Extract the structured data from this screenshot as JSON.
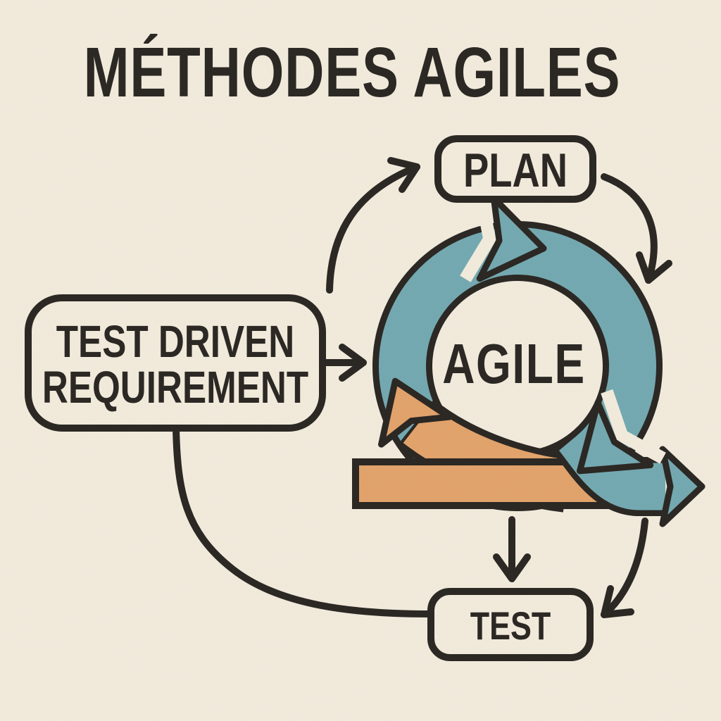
{
  "title": "MÉTHODES AGILES",
  "loop": {
    "center_label": "AGILE",
    "description": "circular sprint cycle with exit arrow and orange feedback arrow"
  },
  "nodes": {
    "plan": {
      "label": "PLAN"
    },
    "requirement": {
      "line1": "TEST DRIVEN",
      "line2": "REQUIREMENT"
    },
    "test": {
      "label": "TEST"
    }
  },
  "edges": [
    {
      "from": "requirement",
      "to": "plan",
      "style": "curved-arrow"
    },
    {
      "from": "plan",
      "to": "agile-loop",
      "style": "curved-arrow"
    },
    {
      "from": "requirement",
      "to": "agile-loop",
      "style": "straight-arrow"
    },
    {
      "from": "agile-loop",
      "to": "test",
      "style": "straight-arrow"
    },
    {
      "from": "agile-loop-exit",
      "to": "test",
      "style": "curved-arrow"
    },
    {
      "from": "requirement",
      "to": "test",
      "style": "curved-line"
    }
  ],
  "colors": {
    "background": "#F2EBDC",
    "ink": "#282420",
    "teal": "#72A8B0",
    "orange": "#E2A269"
  }
}
